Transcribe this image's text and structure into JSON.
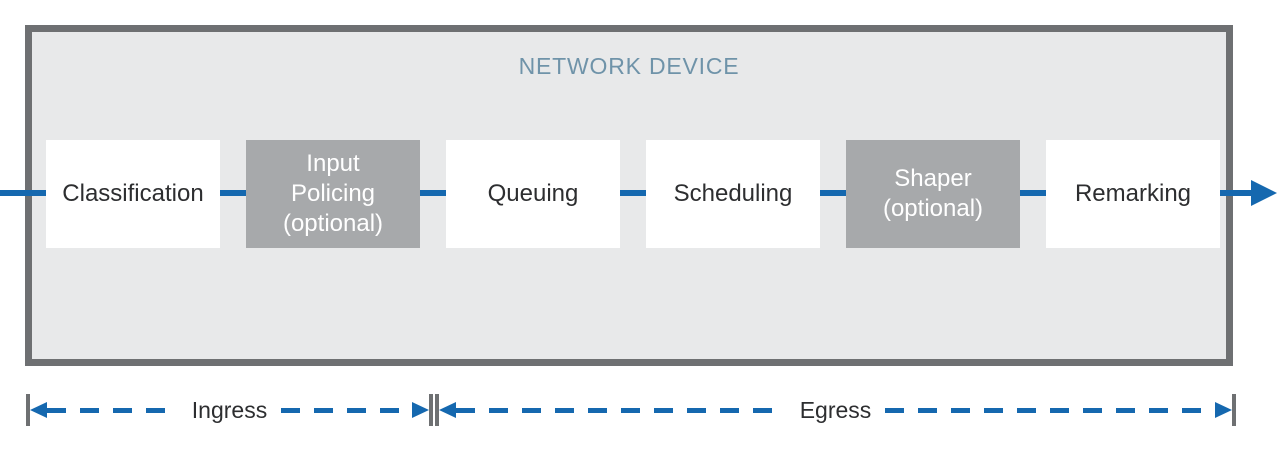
{
  "device": {
    "title": "NETWORK DEVICE"
  },
  "stages": [
    {
      "label": "Classification",
      "variant": "white"
    },
    {
      "label": "Input\nPolicing\n(optional)",
      "variant": "gray"
    },
    {
      "label": "Queuing",
      "variant": "white"
    },
    {
      "label": "Scheduling",
      "variant": "white"
    },
    {
      "label": "Shaper\n(optional)",
      "variant": "gray"
    },
    {
      "label": "Remarking",
      "variant": "white"
    }
  ],
  "flow": {
    "direction": "left-to-right",
    "ingress_label": "Ingress",
    "egress_label": "Egress"
  },
  "colors": {
    "accent_blue": "#1568af",
    "title_blue": "#6f93a9",
    "device_fill": "#e8e9ea",
    "device_border": "#6e7072",
    "optional_box": "#a7a9ab",
    "text_dark": "#2d2e30"
  }
}
